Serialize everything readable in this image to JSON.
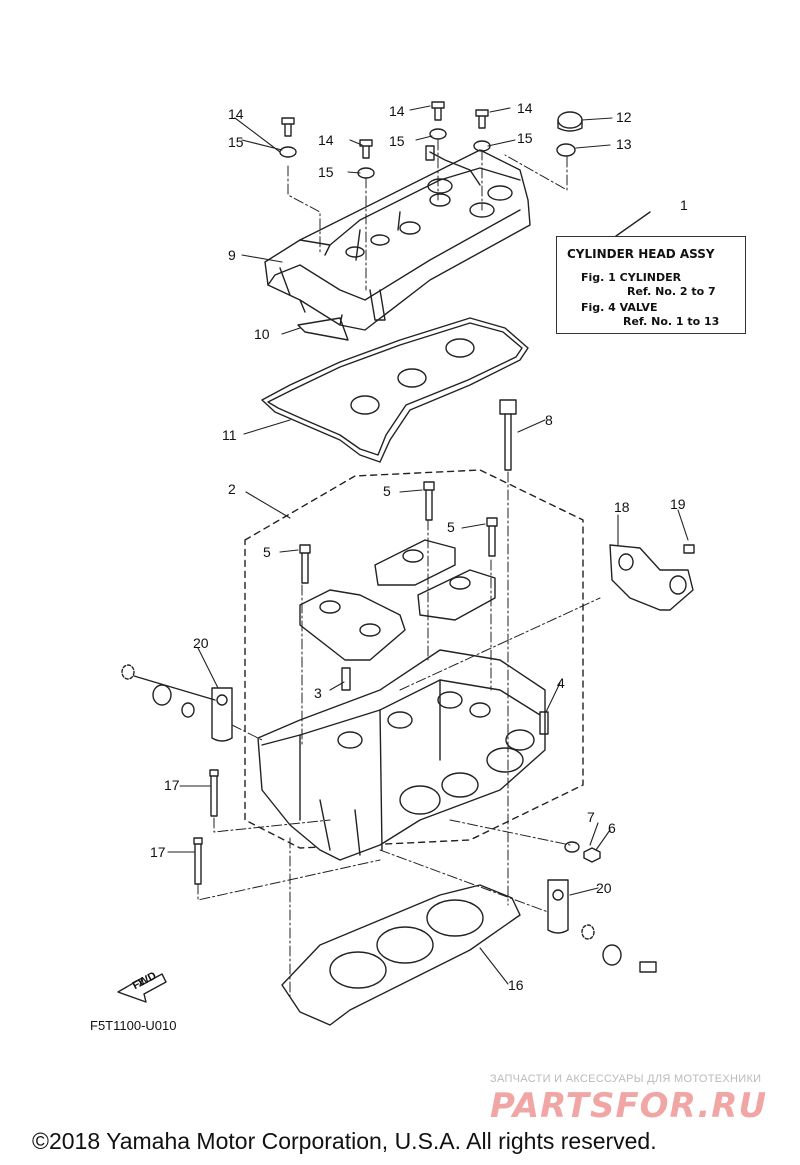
{
  "note": {
    "title": "CYLINDER HEAD ASSY",
    "fig1": "Fig. 1 CYLINDER",
    "fig1_ref": "Ref. No. 2 to 7",
    "fig4": "Fig. 4 VALVE",
    "fig4_ref": "Ref. No. 1 to 13"
  },
  "callouts": {
    "c1": "1",
    "c2": "2",
    "c3": "3",
    "c4": "4",
    "c5a": "5",
    "c5b": "5",
    "c5c": "5",
    "c6": "6",
    "c7": "7",
    "c8": "8",
    "c9": "9",
    "c10": "10",
    "c11": "11",
    "c12": "12",
    "c13": "13",
    "c14a": "14",
    "c14b": "14",
    "c14c": "14",
    "c14d": "14",
    "c15a": "15",
    "c15b": "15",
    "c15c": "15",
    "c15d": "15",
    "c16": "16",
    "c17a": "17",
    "c17b": "17",
    "c18": "18",
    "c19": "19",
    "c20a": "20",
    "c20b": "20"
  },
  "fwd_label": "FWD",
  "drawing_code": "F5T1100-U010",
  "watermark_small": "ЗАПЧАСТИ И АКСЕССУАРЫ ДЛЯ МОТОТЕХНИКИ",
  "watermark_logo": "PARTSFOR.RU",
  "copyright": "©2018 Yamaha Motor Corporation, U.S.A. All rights reserved."
}
